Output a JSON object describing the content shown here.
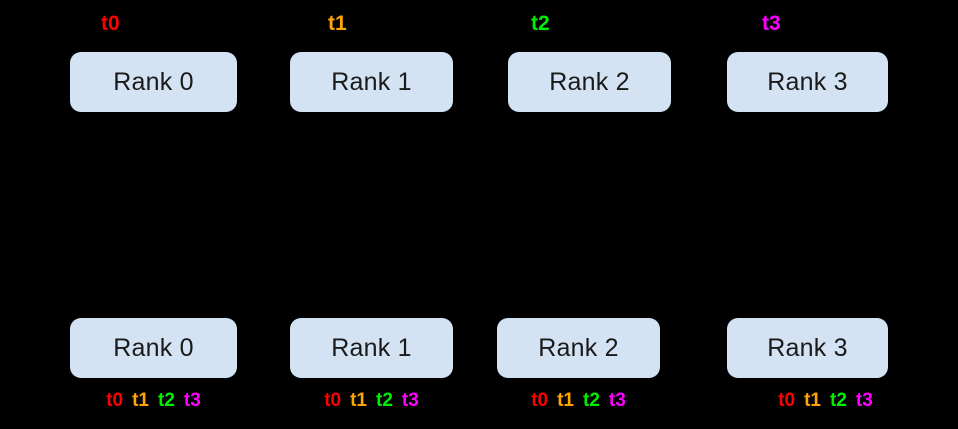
{
  "figure": {
    "background_color": "#000000",
    "box_fill_color": "#d3e3f3",
    "box_text_color": "#1a1a1a"
  },
  "tag_colors": {
    "t0": "#ff0000",
    "t1": "#ffa500",
    "t2": "#00ee00",
    "t3": "#ff00ff"
  },
  "top_row": {
    "nodes": [
      {
        "label": "Rank 0",
        "tag": "t0",
        "tag_color": "#ff0000"
      },
      {
        "label": "Rank 1",
        "tag": "t1",
        "tag_color": "#ffa500"
      },
      {
        "label": "Rank 2",
        "tag": "t2",
        "tag_color": "#00ee00"
      },
      {
        "label": "Rank 3",
        "tag": "t3",
        "tag_color": "#ff00ff"
      }
    ]
  },
  "bottom_row": {
    "nodes": [
      {
        "label": "Rank 0",
        "tags": [
          {
            "text": "t0",
            "color": "#ff0000"
          },
          {
            "text": "t1",
            "color": "#ffa500"
          },
          {
            "text": "t2",
            "color": "#00ee00"
          },
          {
            "text": "t3",
            "color": "#ff00ff"
          }
        ]
      },
      {
        "label": "Rank 1",
        "tags": [
          {
            "text": "t0",
            "color": "#ff0000"
          },
          {
            "text": "t1",
            "color": "#ffa500"
          },
          {
            "text": "t2",
            "color": "#00ee00"
          },
          {
            "text": "t3",
            "color": "#ff00ff"
          }
        ]
      },
      {
        "label": "Rank 2",
        "tags": [
          {
            "text": "t0",
            "color": "#ff0000"
          },
          {
            "text": "t1",
            "color": "#ffa500"
          },
          {
            "text": "t2",
            "color": "#00ee00"
          },
          {
            "text": "t3",
            "color": "#ff00ff"
          }
        ]
      },
      {
        "label": "Rank 3",
        "tags": [
          {
            "text": "t0",
            "color": "#ff0000"
          },
          {
            "text": "t1",
            "color": "#ffa500"
          },
          {
            "text": "t2",
            "color": "#00ee00"
          },
          {
            "text": "t3",
            "color": "#ff00ff"
          }
        ]
      }
    ]
  }
}
